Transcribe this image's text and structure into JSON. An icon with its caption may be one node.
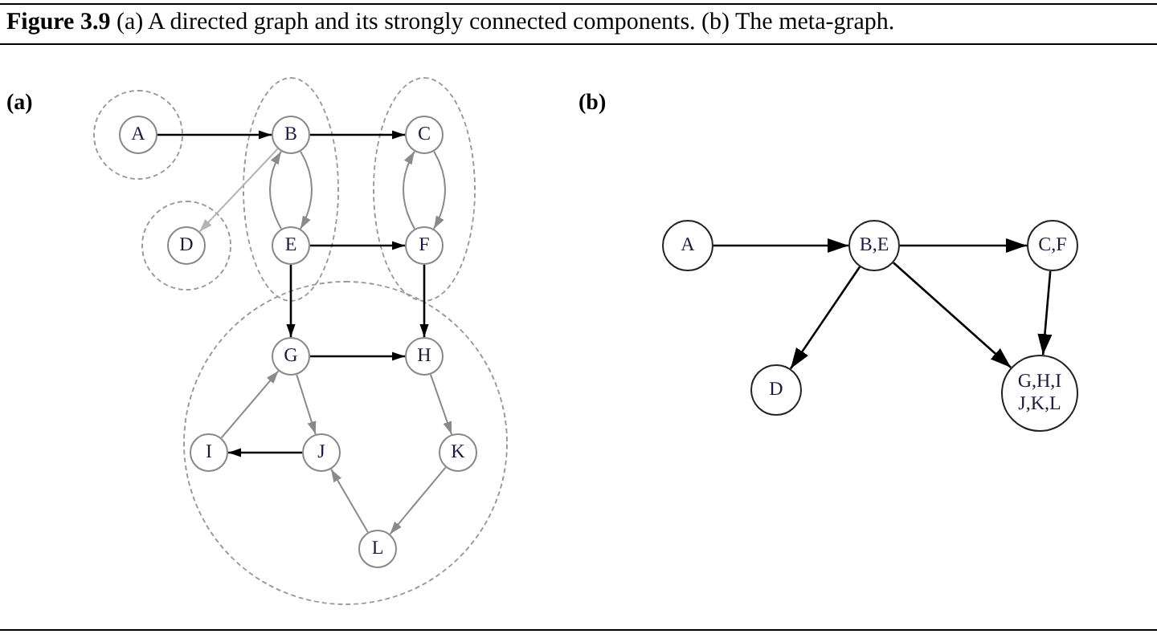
{
  "diagram": {
    "title": "**Figure 3.9** (a) A directed graph and its strongly connected components. (b) The meta-graph.",
    "nodes": [
      {
        "text": [],
        "shape": "circle"
      },
      {
        "text": [
          "A"
        ],
        "in": 0
      },
      {
        "text": [],
        "shape": "ellipse"
      },
      {
        "text": [
          "B"
        ],
        "in": 2
      },
      {
        "text": [],
        "shape": "ellipse"
      },
      {
        "text": [
          "C"
        ],
        "in": 4
      },
      {
        "text": [],
        "shape": "circle"
      },
      {
        "text": [
          "D"
        ],
        "in": 6
      },
      {
        "text": [
          "E"
        ],
        "in": 2
      },
      {
        "text": [
          "F"
        ],
        "in": 4
      },
      {
        "text": [],
        "shape": "circle"
      },
      {
        "text": [
          "G"
        ],
        "in": 10
      },
      {
        "text": [
          "H"
        ],
        "in": 10
      },
      {
        "text": [
          "I"
        ],
        "in": 10
      },
      {
        "text": [
          "J"
        ],
        "in": 10
      },
      {
        "text": [
          "K"
        ],
        "in": 10
      },
      {
        "text": [
          "L"
        ],
        "in": 10
      },
      {
        "text": [
          "A"
        ]
      },
      {
        "text": [
          "B,E"
        ]
      },
      {
        "text": [
          "C,F"
        ]
      },
      {
        "text": [
          "D"
        ]
      },
      {
        "text": [
          "G,H,I J,K,L"
        ]
      }
    ],
    "edges": [
      {
        "from": 1,
        "to": 3,
        "arrow": "to"
      },
      {
        "from": 3,
        "to": 5,
        "arrow": "to"
      },
      {
        "from": 3,
        "to": 7,
        "arrow": "to",
        "color": "#b4b4b4"
      },
      {
        "from": 8,
        "to": 3,
        "arrow": "to",
        "color": "#8a8a8a"
      },
      {
        "from": 3,
        "to": 8,
        "arrow": "to",
        "color": "#8a8a8a"
      },
      {
        "from": 9,
        "to": 5,
        "arrow": "to",
        "color": "#8a8a8a"
      },
      {
        "from": 5,
        "to": 9,
        "arrow": "to",
        "color": "#8a8a8a"
      },
      {
        "from": 8,
        "to": 9,
        "arrow": "to"
      },
      {
        "from": 8,
        "to": 11,
        "arrow": "to"
      },
      {
        "from": 9,
        "to": 12,
        "arrow": "to"
      },
      {
        "from": 11,
        "to": 12,
        "arrow": "to"
      },
      {
        "from": 11,
        "to": 14,
        "arrow": "to",
        "color": "#8a8a8a"
      },
      {
        "from": 14,
        "to": 13,
        "arrow": "to"
      },
      {
        "from": 13,
        "to": 11,
        "arrow": "to",
        "color": "#8a8a8a"
      },
      {
        "from": 12,
        "to": 15,
        "arrow": "to",
        "color": "#8a8a8a"
      },
      {
        "from": 15,
        "to": 16,
        "arrow": "to",
        "color": "#8a8a8a"
      },
      {
        "from": 16,
        "to": 14,
        "arrow": "to",
        "color": "#8a8a8a"
      },
      {
        "from": 17,
        "to": 18,
        "arrow": "to"
      },
      {
        "from": 18,
        "to": 19,
        "arrow": "to"
      },
      {
        "from": 18,
        "to": 20,
        "arrow": "to"
      },
      {
        "from": 18,
        "to": 21,
        "arrow": "to"
      },
      {
        "from": 19,
        "to": 21,
        "arrow": "to"
      }
    ],
    "labels": [
      "(a)",
      "(b)"
    ]
  }
}
